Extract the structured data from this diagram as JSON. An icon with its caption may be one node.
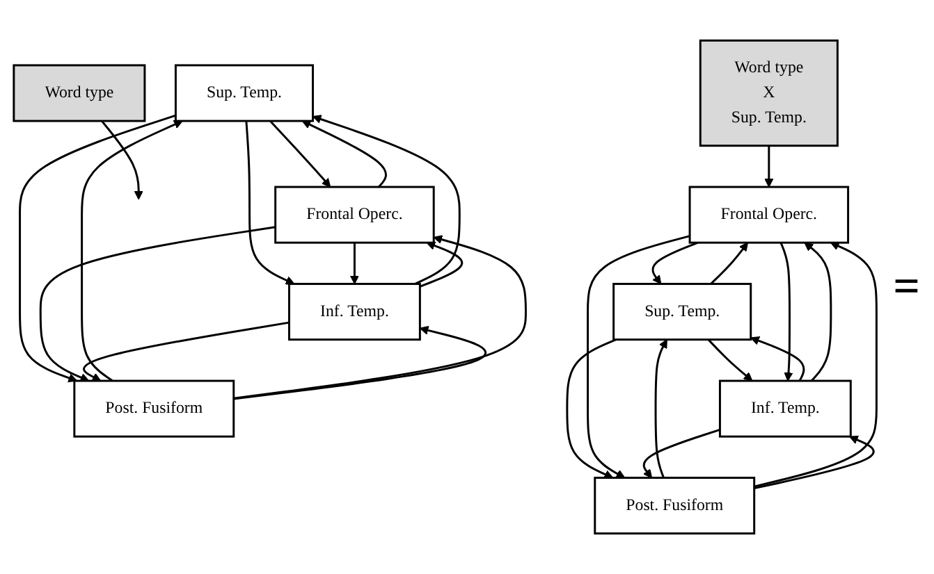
{
  "diagram": {
    "nodes": [
      {
        "text": [
          "Word type"
        ]
      },
      {
        "text": [
          "Sup. Temp."
        ]
      },
      {
        "text": [
          "Frontal Operc."
        ]
      },
      {
        "text": [
          "Inf. Temp."
        ]
      },
      {
        "text": [
          "Post. Fusiform"
        ]
      },
      {
        "text": [
          "Word type",
          "X",
          "Sup. Temp."
        ]
      },
      {
        "text": [
          "Sup. Temp."
        ]
      },
      {
        "text": [
          "Frontal Operc."
        ]
      },
      {
        "text": [
          "Inf. Temp."
        ]
      },
      {
        "text": [
          "Post. Fusiform"
        ]
      }
    ],
    "edges": [
      {
        "from": 0,
        "to": null,
        "arrow": "to"
      },
      {
        "from": 1,
        "to": 2,
        "arrow": "to"
      },
      {
        "from": 2,
        "to": 1,
        "arrow": "to"
      },
      {
        "from": 3,
        "to": 1,
        "arrow": "to"
      },
      {
        "from": 1,
        "to": 3,
        "arrow": "to"
      },
      {
        "from": 1,
        "to": 4,
        "arrow": "to"
      },
      {
        "from": 4,
        "to": 1,
        "arrow": "to"
      },
      {
        "from": 3,
        "to": 2,
        "arrow": "to"
      },
      {
        "from": 2,
        "to": 3,
        "arrow": "to"
      },
      {
        "from": 4,
        "to": 2,
        "arrow": "to"
      },
      {
        "from": 2,
        "to": 4,
        "arrow": "to"
      },
      {
        "from": 4,
        "to": 3,
        "arrow": "to"
      },
      {
        "from": 3,
        "to": 4,
        "arrow": "to"
      },
      {
        "from": 5,
        "to": 7,
        "arrow": "to"
      },
      {
        "from": 6,
        "to": 7,
        "arrow": "to"
      },
      {
        "from": 7,
        "to": 6,
        "arrow": "to"
      },
      {
        "from": 8,
        "to": 6,
        "arrow": "to"
      },
      {
        "from": 6,
        "to": 8,
        "arrow": "to"
      },
      {
        "from": 6,
        "to": 9,
        "arrow": "to"
      },
      {
        "from": 9,
        "to": 6,
        "arrow": "to"
      },
      {
        "from": 8,
        "to": 7,
        "arrow": "to"
      },
      {
        "from": 7,
        "to": 8,
        "arrow": "to"
      },
      {
        "from": 9,
        "to": 7,
        "arrow": "to"
      },
      {
        "from": 7,
        "to": 9,
        "arrow": "to"
      },
      {
        "from": 9,
        "to": 8,
        "arrow": "to"
      },
      {
        "from": 8,
        "to": 9,
        "arrow": "to"
      }
    ],
    "labels": [
      "="
    ]
  }
}
